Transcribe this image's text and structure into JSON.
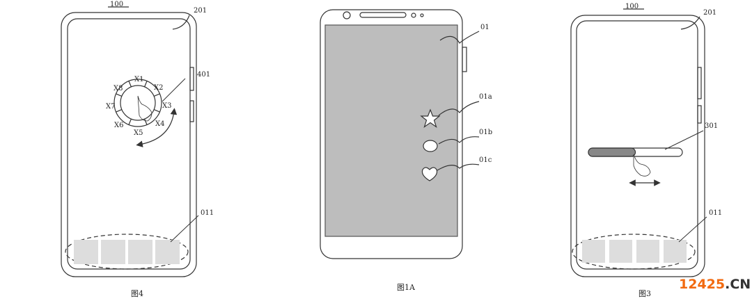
{
  "fig4": {
    "ref_device": "100",
    "ref_screen": "201",
    "ref_dial": "401",
    "dial_labels": [
      "X1",
      "X2",
      "X3",
      "X4",
      "X5",
      "X6",
      "X7",
      "X8"
    ],
    "ref_dock": "011",
    "caption": "图4"
  },
  "fig1a": {
    "ref_screen": "01",
    "ref_star": "01a",
    "ref_oval": "01b",
    "ref_heart": "01c",
    "caption": "图1A",
    "screen_color": "#bdbdbd"
  },
  "fig3": {
    "ref_device": "100",
    "ref_screen": "201",
    "ref_slider": "301",
    "ref_dock": "011",
    "caption": "图3",
    "slider_fill": 0.5
  },
  "watermark": {
    "num": "12425",
    "suffix": ".CN"
  }
}
